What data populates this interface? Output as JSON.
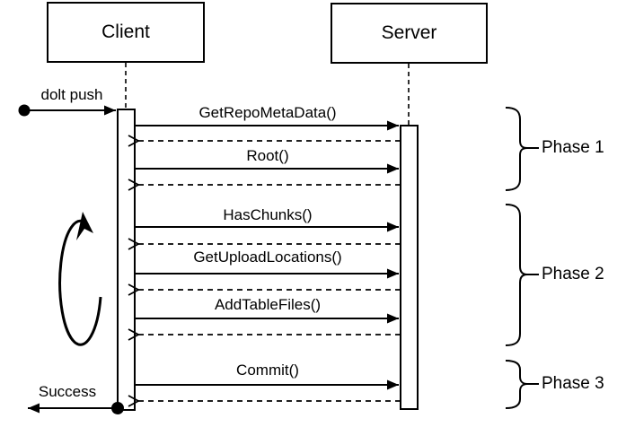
{
  "diagram": {
    "kind": "uml-sequence-diagram",
    "actors": {
      "client": {
        "name": "Client"
      },
      "server": {
        "name": "Server"
      }
    },
    "trigger": {
      "label": "dolt push"
    },
    "result": {
      "label": "Success"
    },
    "messages": [
      {
        "label": "GetRepoMetaData()",
        "direction": "client-to-server",
        "call_style": "solid",
        "reply_style": "dashed"
      },
      {
        "label": "Root()",
        "direction": "client-to-server",
        "call_style": "solid",
        "reply_style": "dashed"
      },
      {
        "label": "HasChunks()",
        "direction": "client-to-server",
        "call_style": "solid",
        "reply_style": "dashed"
      },
      {
        "label": "GetUploadLocations()",
        "direction": "client-to-server",
        "call_style": "solid",
        "reply_style": "dashed"
      },
      {
        "label": "AddTableFiles()",
        "direction": "client-to-server",
        "call_style": "solid",
        "reply_style": "dashed"
      },
      {
        "label": "Commit()",
        "direction": "client-to-server",
        "call_style": "solid",
        "reply_style": "dashed"
      }
    ],
    "phases": [
      {
        "label": "Phase 1",
        "covers": [
          "GetRepoMetaData()",
          "Root()"
        ]
      },
      {
        "label": "Phase 2",
        "covers": [
          "HasChunks()",
          "GetUploadLocations()",
          "AddTableFiles()"
        ]
      },
      {
        "label": "Phase 3",
        "covers": [
          "Commit()"
        ]
      }
    ],
    "loop_annotation": "repeat-loop-arrow",
    "colors": {
      "line": "#000000",
      "background": "#ffffff",
      "text": "#000000"
    }
  }
}
